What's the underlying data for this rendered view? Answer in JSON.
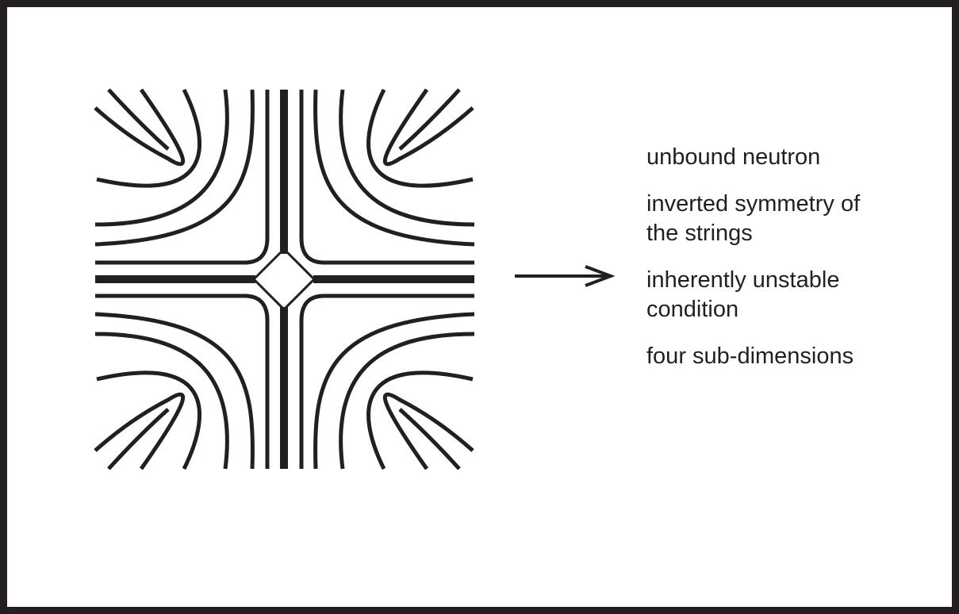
{
  "diagram": {
    "labels": [
      "unbound neutron",
      "inverted symmetry of\nthe strings",
      "inherently unstable\ncondition",
      "four sub-dimensions"
    ],
    "colors": {
      "ink": "#231f20",
      "background": "#ffffff"
    }
  }
}
